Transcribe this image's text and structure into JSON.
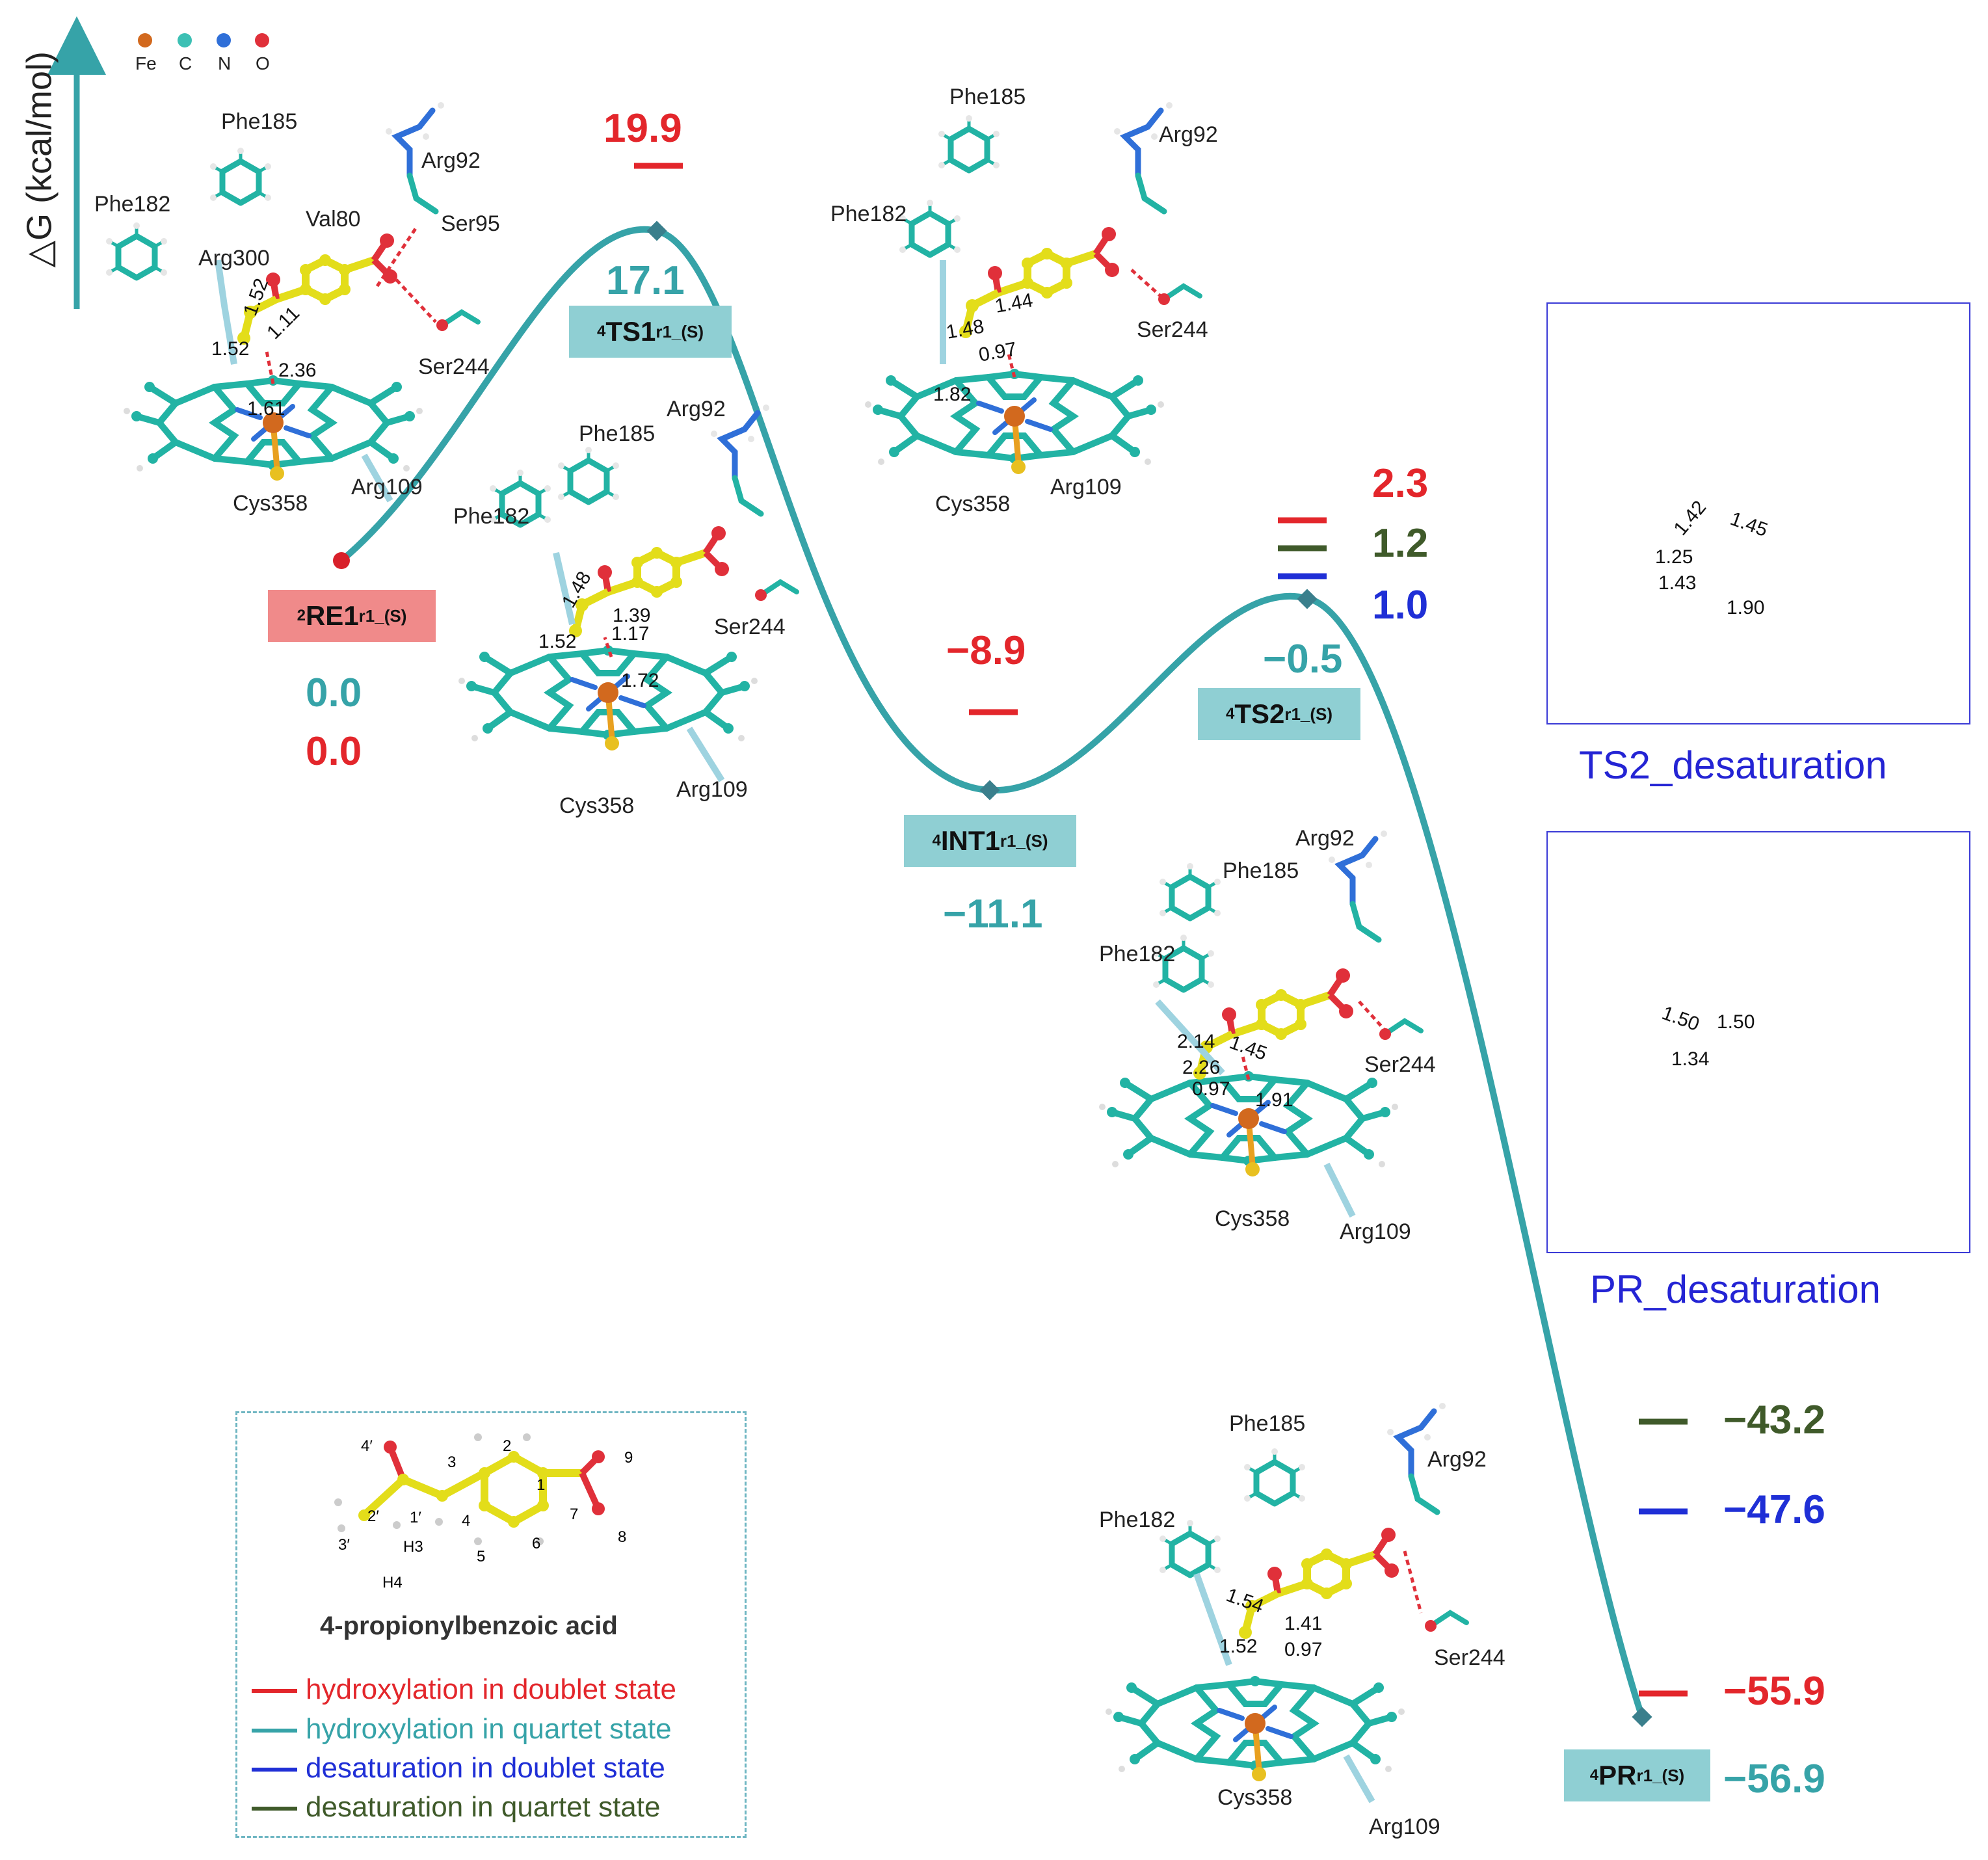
{
  "axis": {
    "label": "△G (kcal/mol)"
  },
  "atom_key": [
    {
      "symbol": "Fe",
      "color": "#d2691e"
    },
    {
      "symbol": "C",
      "color": "#3cc0b4"
    },
    {
      "symbol": "N",
      "color": "#2f6fd8"
    },
    {
      "symbol": "O",
      "color": "#e0303a"
    }
  ],
  "states": {
    "re1": {
      "label": "RE1",
      "spin": "2",
      "sub": "r1_(S)",
      "quartet": "0.0",
      "doublet": "0.0"
    },
    "ts1": {
      "label": "TS1",
      "spin": "4",
      "sub": "r1_(S)",
      "quartet": "17.1",
      "doublet": "19.9"
    },
    "int1": {
      "label": "INT1",
      "spin": "4",
      "sub": "r1_(S)",
      "quartet": "−11.1",
      "doublet": "−8.9"
    },
    "ts2": {
      "label": "TS2",
      "spin": "4",
      "sub": "r1_(S)",
      "quartet": "−0.5",
      "doublet_hyd": "2.3",
      "quartet_des": "1.2",
      "doublet_des": "1.0"
    },
    "pr": {
      "label": "PR",
      "spin": "4",
      "sub": "r1_(S)",
      "quartet": "−56.9",
      "doublet_hyd": "−55.9",
      "quartet_des": "−43.2",
      "doublet_des": "−47.6"
    }
  },
  "structures": {
    "re1": {
      "residues": [
        "Phe185",
        "Arg92",
        "Phe182",
        "Val80",
        "Ser95",
        "Arg300",
        "Ser244",
        "Cys358",
        "Arg109"
      ],
      "distances": [
        "1.52",
        "1.11",
        "1.52",
        "2.36",
        "1.61"
      ]
    },
    "ts1": {
      "residues": [
        "Arg92",
        "Phe185",
        "Phe182",
        "Ser244",
        "Cys358",
        "Arg109"
      ],
      "distances": [
        "1.48",
        "1.39",
        "1.52",
        "1.17",
        "1.72"
      ]
    },
    "int1": {
      "residues": [
        "Phe185",
        "Arg92",
        "Phe182",
        "Ser244",
        "Cys358",
        "Arg109"
      ],
      "distances": [
        "1.44",
        "1.48",
        "0.97",
        "1.82"
      ]
    },
    "ts2": {
      "residues": [
        "Arg92",
        "Phe185",
        "Phe182",
        "Ser244",
        "Cys358",
        "Arg109"
      ],
      "distances": [
        "2.14",
        "1.45",
        "2.26",
        "0.97",
        "1.91"
      ]
    },
    "pr": {
      "residues": [
        "Phe185",
        "Arg92",
        "Phe182",
        "Ser244",
        "Cys358",
        "Arg109"
      ],
      "distances": [
        "1.54",
        "1.41",
        "1.52",
        "0.97"
      ]
    },
    "ts2_des": {
      "distances": [
        "1.42",
        "1.45",
        "1.25",
        "1.43",
        "1.90"
      ]
    },
    "pr_des": {
      "distances": [
        "1.50",
        "1.50",
        "1.34"
      ]
    }
  },
  "panels": {
    "ts2_title": "TS2_desaturation",
    "pr_title": "PR_desaturation"
  },
  "legend": {
    "molecule_name": "4-propionylbenzoic acid",
    "atom_labels": [
      "4′",
      "3",
      "2",
      "1",
      "9",
      "2′",
      "1′",
      "4",
      "7",
      "3′",
      "H3",
      "5",
      "6",
      "8",
      "H4"
    ],
    "items": [
      {
        "label": "hydroxylation in doublet state",
        "color": "#e3262b"
      },
      {
        "label": "hydroxylation in quartet state",
        "color": "#36a3a8"
      },
      {
        "label": "desaturation in doublet state",
        "color": "#1f2fd6"
      },
      {
        "label": "desaturation in quartet state",
        "color": "#3f5a2a"
      }
    ]
  },
  "colors": {
    "curve": "#36a3a8",
    "box_teal": "#8fcfd3",
    "box_red": "#f08a8a"
  }
}
